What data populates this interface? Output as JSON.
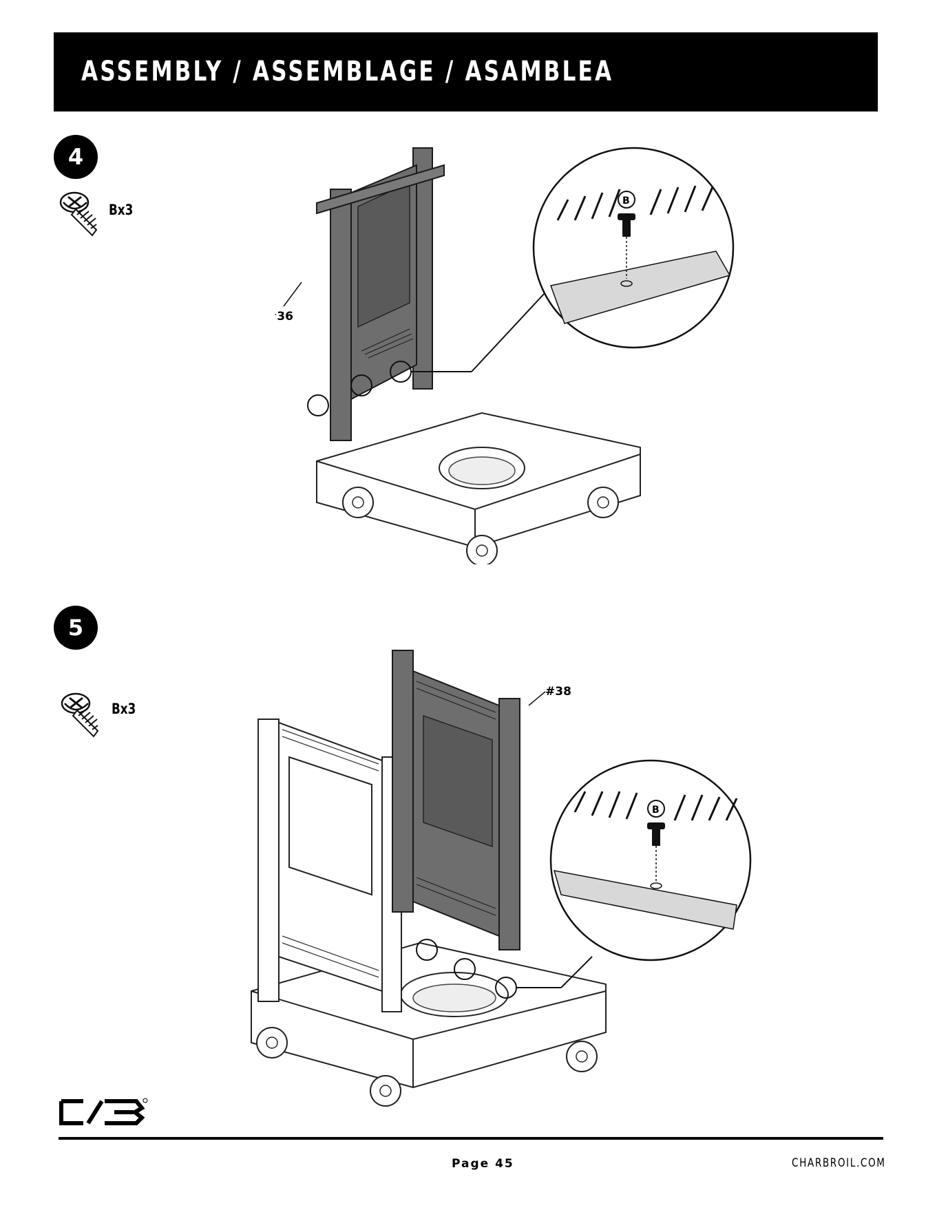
{
  "header": {
    "title": "ASSEMBLY / ASSEMBLAGE / ASAMBLEA"
  },
  "steps": [
    {
      "number": "4",
      "hardware": "Bx3",
      "part": "#36",
      "zoom_label": "B"
    },
    {
      "number": "5",
      "hardware": "Bx3",
      "part": "#38",
      "zoom_label": "B"
    }
  ],
  "footer": {
    "page": "Page 45",
    "website": "CHARBROIL.COM"
  },
  "colors": {
    "header_bg": "#000000",
    "panel_fill": "#6e6e6e",
    "outline": "#1a1a1a"
  },
  "icons": {
    "hardware": "screw-icon",
    "logo": "charbroil-logo"
  }
}
